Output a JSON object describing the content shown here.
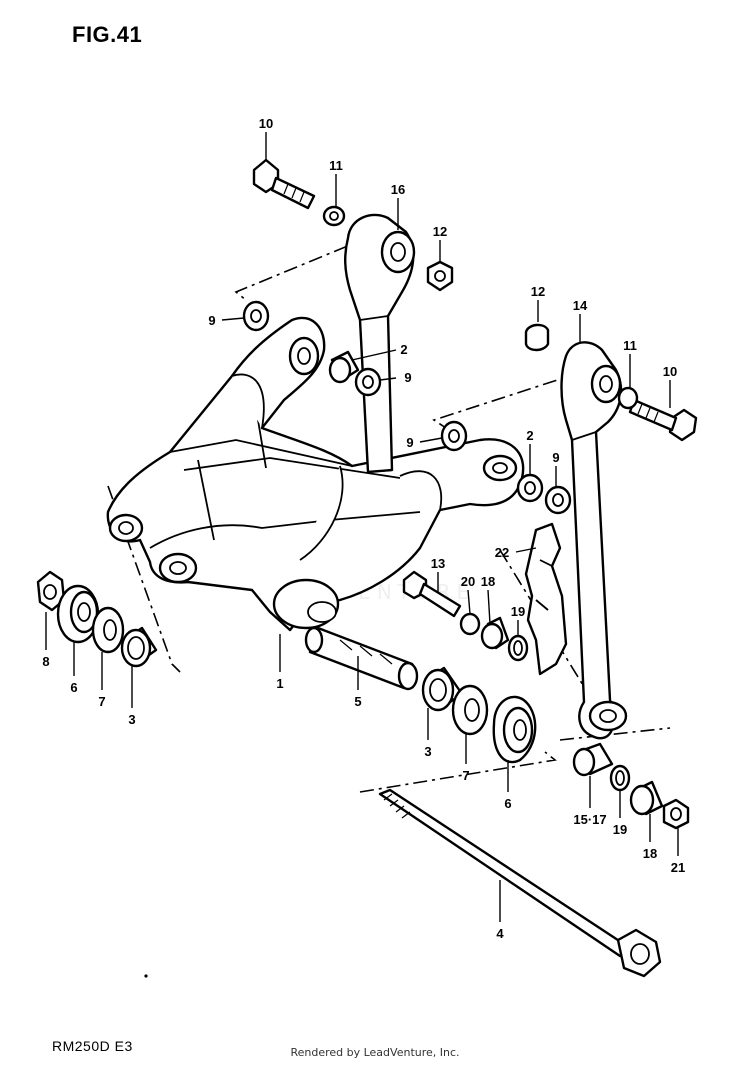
{
  "figure": {
    "title": "FIG.41",
    "model_code": "RM250D  E3",
    "footer": "Rendered by LeadVenture, Inc.",
    "watermark": "LEADVENTURE"
  },
  "callouts": [
    {
      "id": "c10a",
      "label": "10"
    },
    {
      "id": "c11a",
      "label": "11"
    },
    {
      "id": "c16",
      "label": "16"
    },
    {
      "id": "c12a",
      "label": "12"
    },
    {
      "id": "c9a",
      "label": "9"
    },
    {
      "id": "c2a",
      "label": "2"
    },
    {
      "id": "c9b",
      "label": "9"
    },
    {
      "id": "c12b",
      "label": "12"
    },
    {
      "id": "c14",
      "label": "14"
    },
    {
      "id": "c11b",
      "label": "11"
    },
    {
      "id": "c10b",
      "label": "10"
    },
    {
      "id": "c9c",
      "label": "9"
    },
    {
      "id": "c2b",
      "label": "2"
    },
    {
      "id": "c9d",
      "label": "9"
    },
    {
      "id": "c22",
      "label": "22"
    },
    {
      "id": "c13",
      "label": "13"
    },
    {
      "id": "c20",
      "label": "20"
    },
    {
      "id": "c18a",
      "label": "18"
    },
    {
      "id": "c19a",
      "label": "19"
    },
    {
      "id": "c8",
      "label": "8"
    },
    {
      "id": "c6a",
      "label": "6"
    },
    {
      "id": "c7a",
      "label": "7"
    },
    {
      "id": "c3a",
      "label": "3"
    },
    {
      "id": "c1",
      "label": "1"
    },
    {
      "id": "c5",
      "label": "5"
    },
    {
      "id": "c3b",
      "label": "3"
    },
    {
      "id": "c7b",
      "label": "7"
    },
    {
      "id": "c6b",
      "label": "6"
    },
    {
      "id": "c1517",
      "label": "15·17"
    },
    {
      "id": "c19b",
      "label": "19"
    },
    {
      "id": "c18b",
      "label": "18"
    },
    {
      "id": "c21",
      "label": "21"
    },
    {
      "id": "c4",
      "label": "4"
    }
  ]
}
